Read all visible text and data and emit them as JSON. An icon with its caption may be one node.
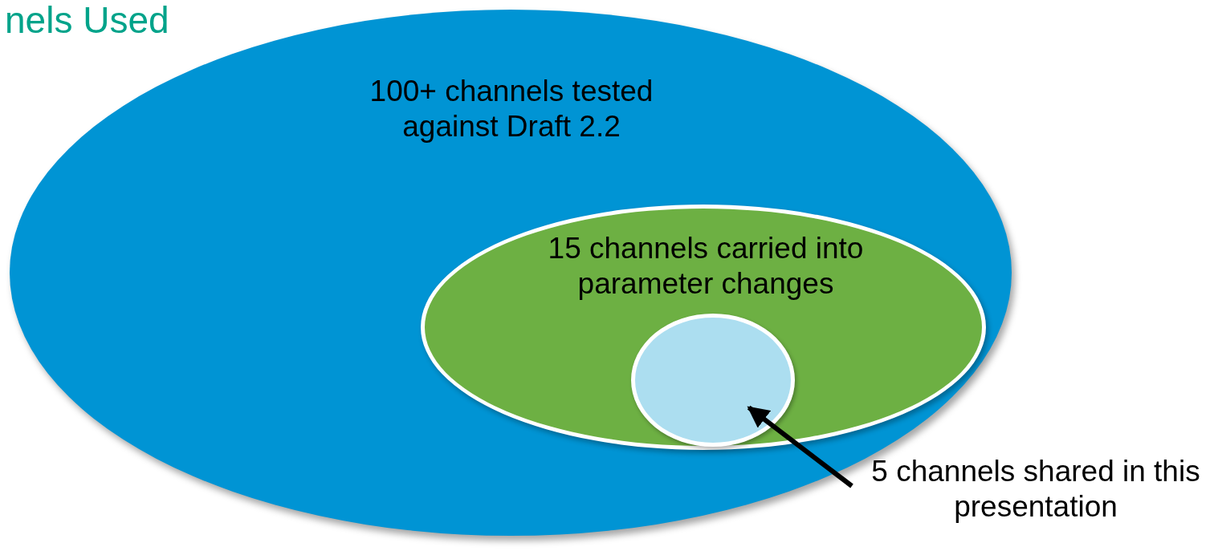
{
  "diagram": {
    "title": "nels Used",
    "nodes": [
      {
        "text": [
          "100+ channels tested against Draft 2.2"
        ]
      },
      {
        "text": [
          "15 channels carried into parameter changes"
        ],
        "in": 0
      },
      {
        "text": [],
        "shape": "circle",
        "in": 1
      },
      {
        "text": [
          "5 channels shared in this presentation"
        ]
      }
    ],
    "edges": [
      {
        "from": 3,
        "to": 2,
        "arrow": "to"
      }
    ]
  }
}
